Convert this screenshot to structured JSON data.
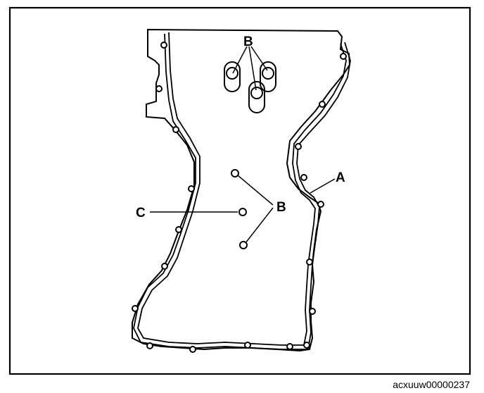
{
  "labels": {
    "a": "A",
    "b_top": "B",
    "b_center": "B",
    "c": "C"
  },
  "caption": "acxuuw00000237",
  "colors": {
    "ink": "#000000",
    "paper": "#ffffff"
  }
}
